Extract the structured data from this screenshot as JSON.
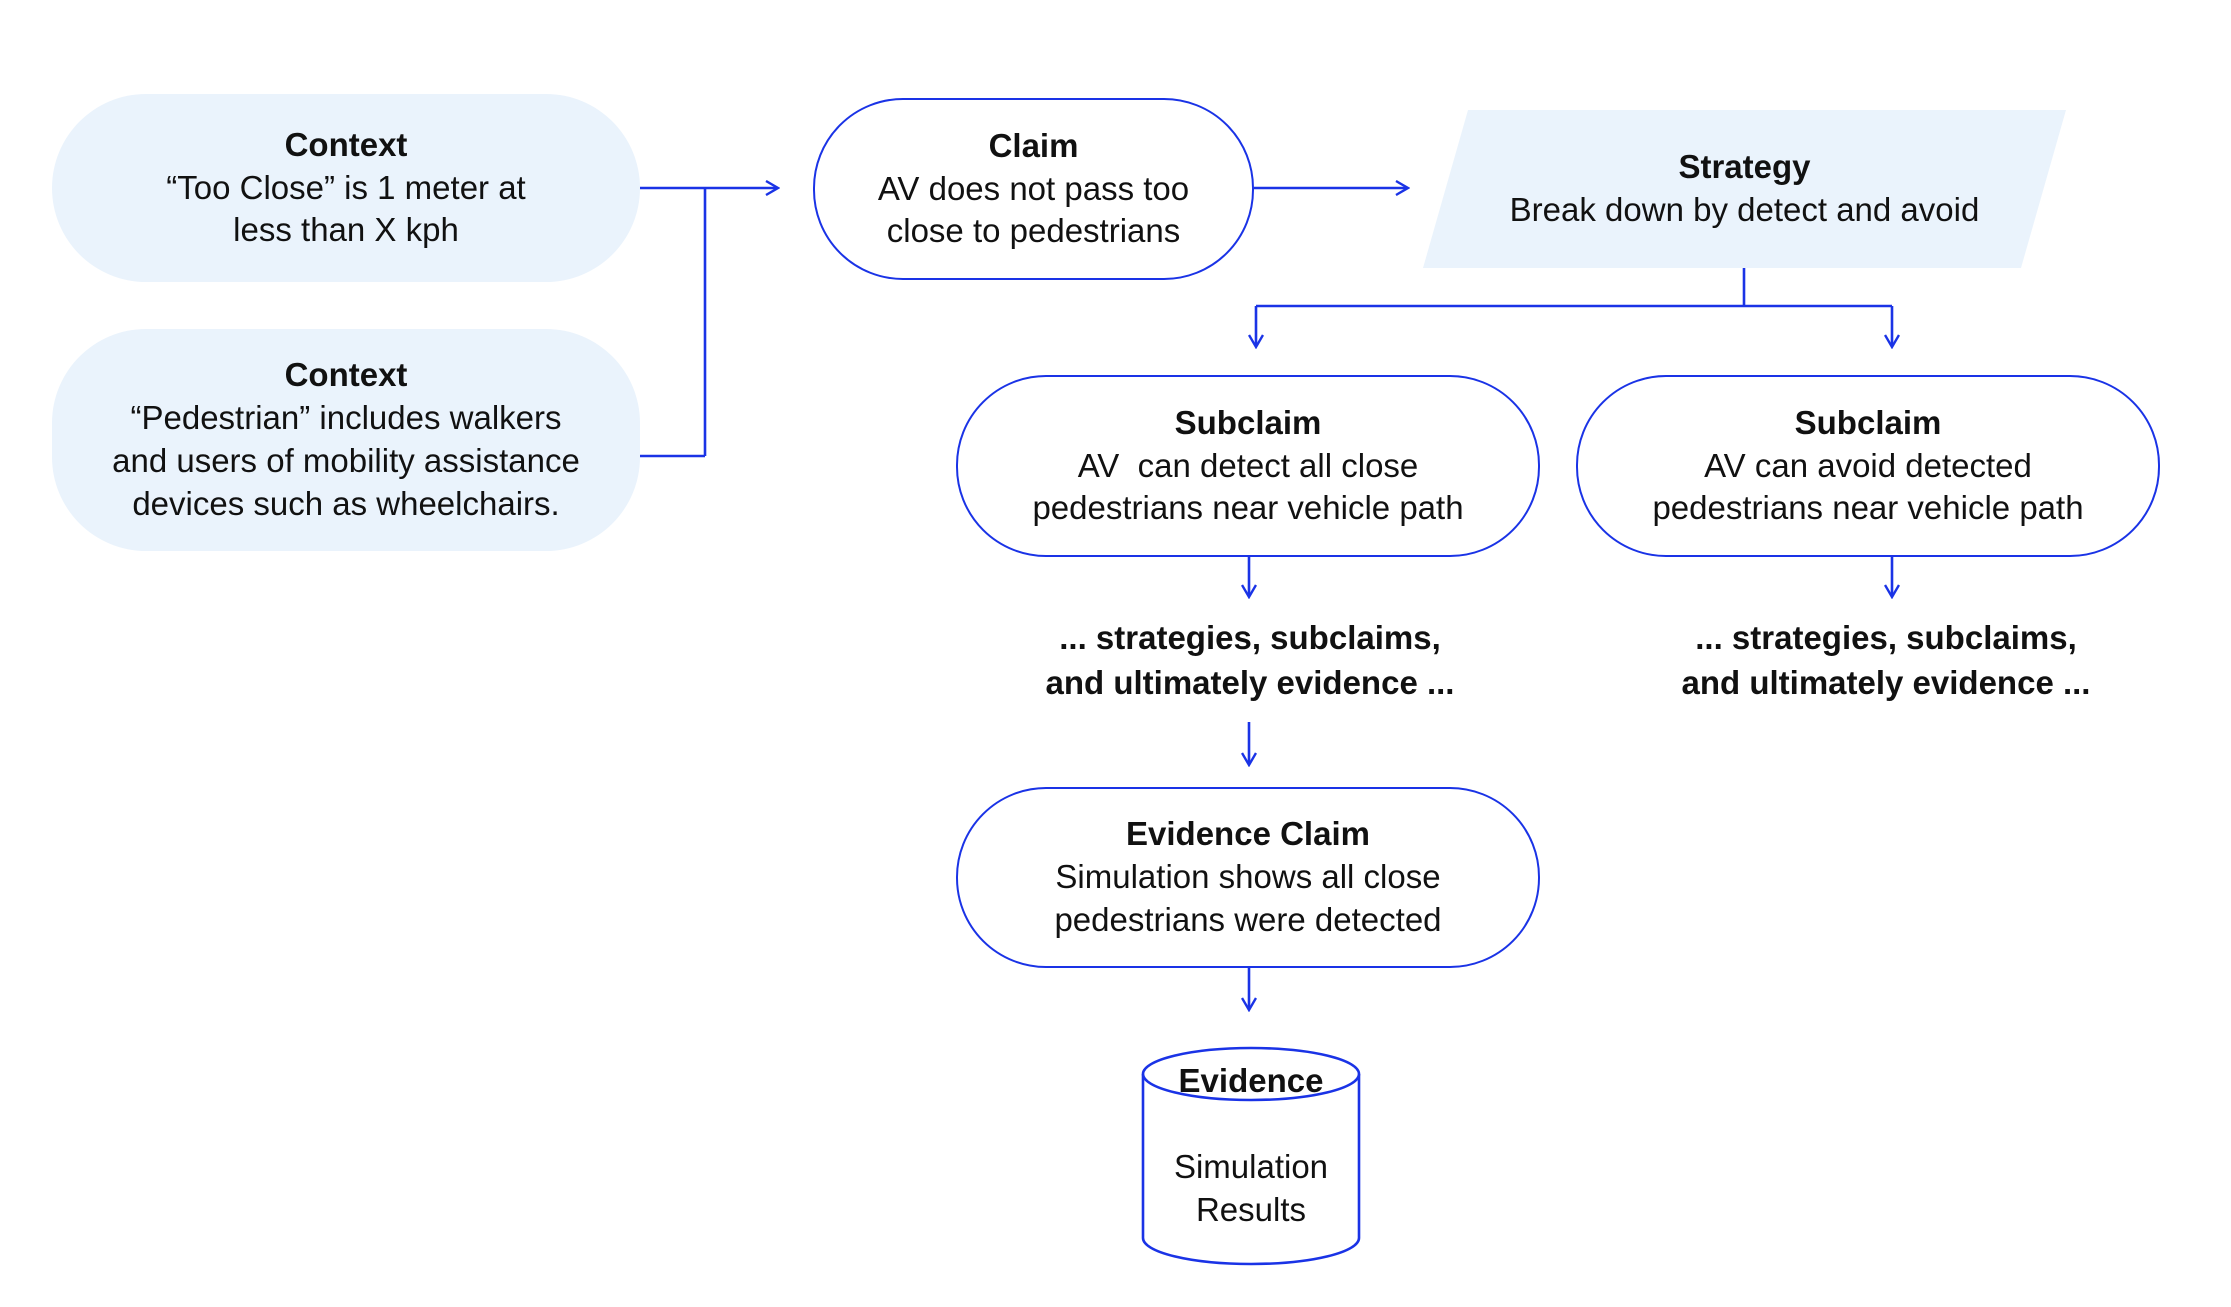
{
  "colors": {
    "edge": "#1a33e6",
    "context_fill": "#eaf3fc",
    "node_fill": "#ffffff"
  },
  "context1": {
    "title": "Context",
    "lines": [
      "“Too Close” is 1 meter at",
      "less than X kph"
    ]
  },
  "context2": {
    "title": "Context",
    "lines": [
      "“Pedestrian” includes walkers",
      "and users of mobility assistance",
      "devices such as wheelchairs."
    ]
  },
  "claim": {
    "title": "Claim",
    "lines": [
      "AV does not pass too",
      "close to pedestrians"
    ]
  },
  "strategy": {
    "title": "Strategy",
    "lines": [
      "Break down by detect and avoid"
    ]
  },
  "subclaim_left": {
    "title": "Subclaim",
    "lines": [
      "AV  can detect all close",
      "pedestrians near vehicle path"
    ]
  },
  "subclaim_right": {
    "title": "Subclaim",
    "lines": [
      "AV can avoid detected",
      "pedestrians near vehicle path"
    ]
  },
  "ellipsis_left": {
    "lines": [
      "... strategies, subclaims,",
      "and ultimately evidence ..."
    ]
  },
  "ellipsis_right": {
    "lines": [
      "... strategies, subclaims,",
      "and ultimately evidence ..."
    ]
  },
  "evidence_claim": {
    "title": "Evidence Claim",
    "lines": [
      "Simulation shows all close",
      "pedestrians were detected"
    ]
  },
  "evidence": {
    "title": "Evidence",
    "lines": [
      "Simulation",
      "Results"
    ]
  }
}
